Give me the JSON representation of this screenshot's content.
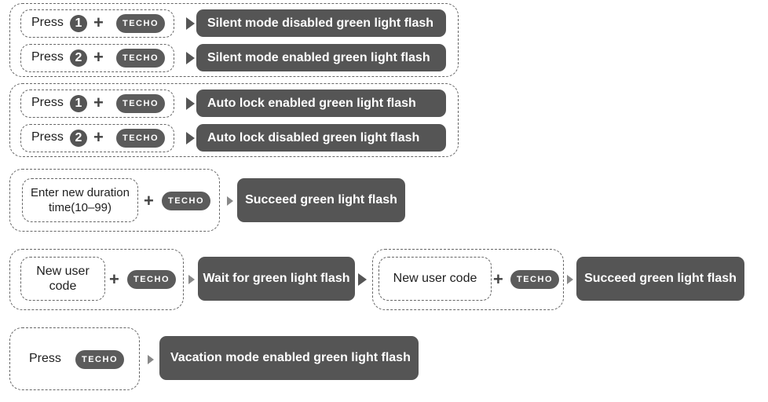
{
  "common": {
    "press": "Press",
    "plus": "+",
    "logo": "TECHO",
    "num1": "1",
    "num2": "2"
  },
  "silent_group": {
    "row1_result": "Silent mode disabled green light flash",
    "row2_result": "Silent mode enabled green light flash"
  },
  "autolock_group": {
    "row1_result": "Auto lock enabled green light flash",
    "row2_result": "Auto lock disabled green light flash"
  },
  "duration": {
    "label": "Enter new duration time(10–99)",
    "result": "Succeed green light flash"
  },
  "user_code": {
    "label1": "New user code",
    "wait_result": "Wait for green light flash",
    "label2": "New user code",
    "result": "Succeed green light flash"
  },
  "vacation": {
    "result": "Vacation mode enabled green light flash"
  }
}
